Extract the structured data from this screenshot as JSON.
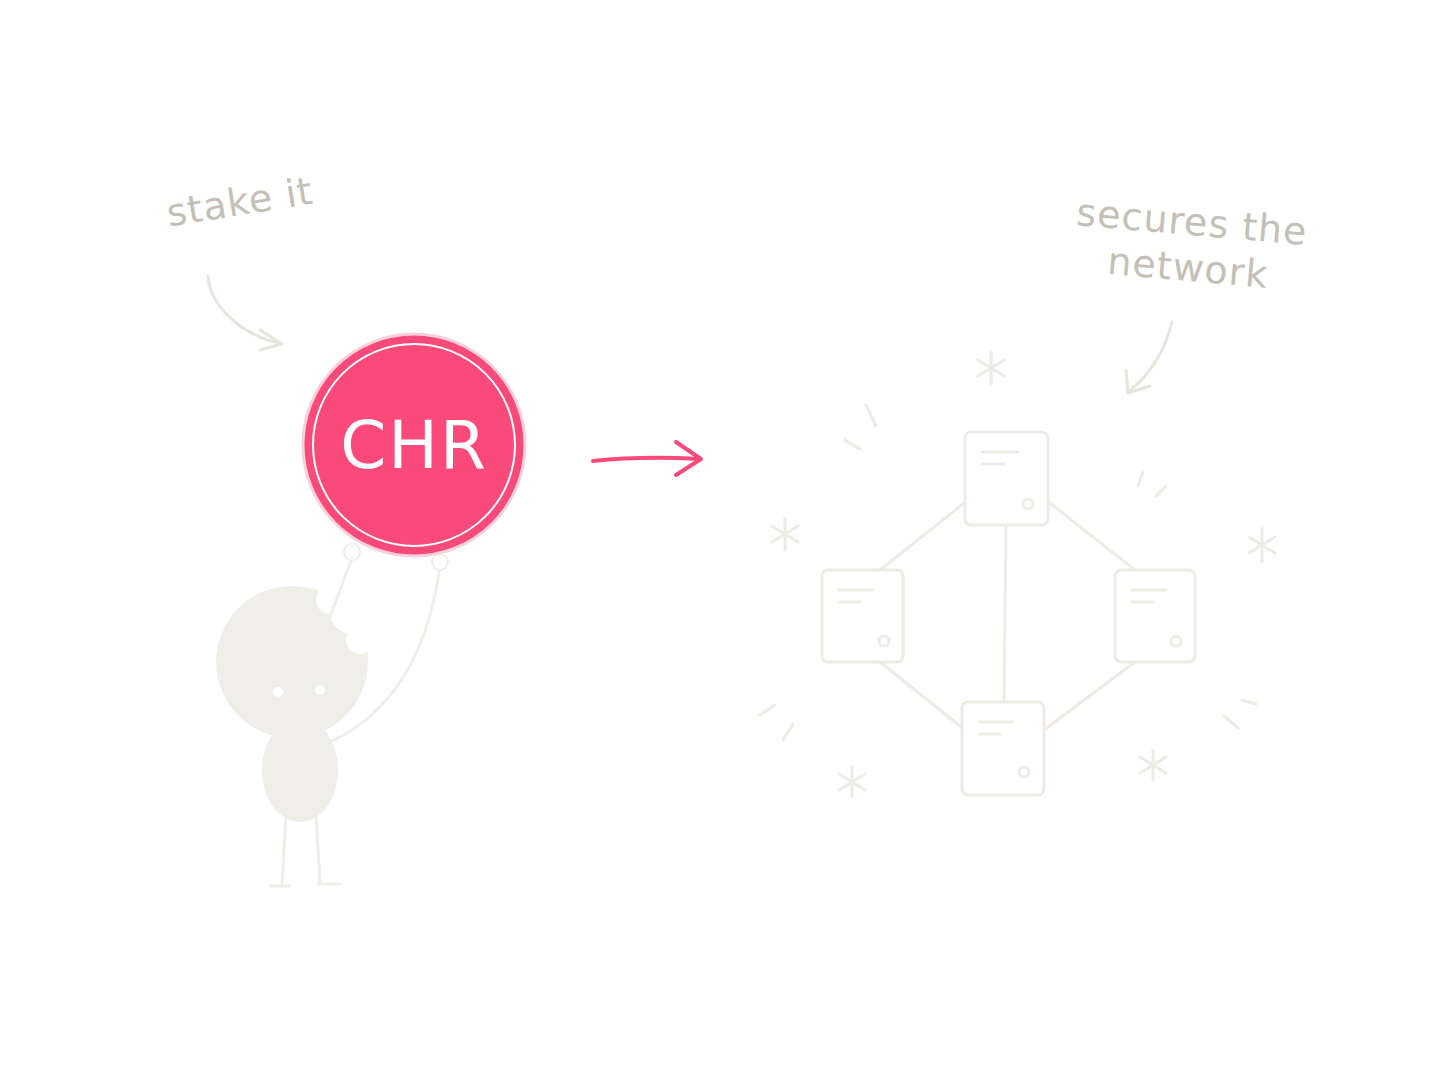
{
  "diagram": {
    "nodes": [
      {
        "text": [
          "CHR"
        ]
      }
    ],
    "labels": [
      "stake it",
      "secures the network"
    ]
  }
}
